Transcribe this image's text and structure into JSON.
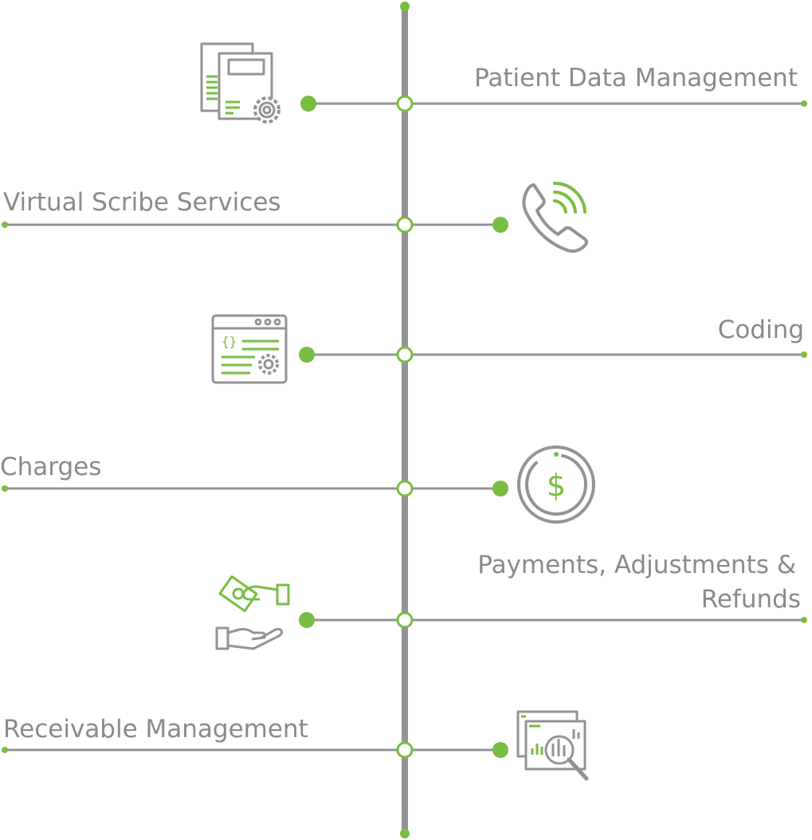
{
  "colors": {
    "gray": "#939393",
    "green": "#79bd43",
    "text": "#8a8a8a",
    "white": "#ffffff"
  },
  "steps": [
    {
      "label": "Patient Data Management",
      "icon": "patient-data-icon"
    },
    {
      "label": "Virtual Scribe Services",
      "icon": "phone-icon"
    },
    {
      "label": "Coding",
      "icon": "code-window-icon"
    },
    {
      "label": "Charges",
      "icon": "dollar-coin-icon"
    },
    {
      "label_line1": "Payments, Adjustments &",
      "label_line2": "Refunds",
      "icon": "money-hands-icon"
    },
    {
      "label": "Receivable Management",
      "icon": "analytics-magnifier-icon"
    }
  ]
}
